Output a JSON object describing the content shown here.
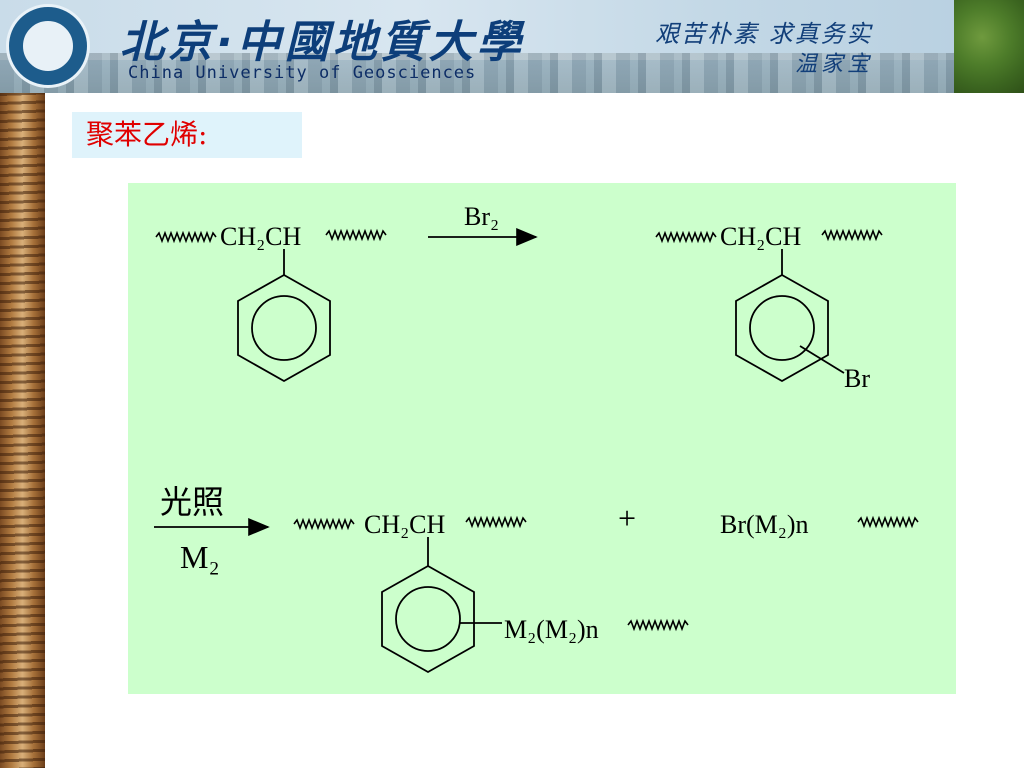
{
  "banner": {
    "title_cn": "北京·中國地質大學",
    "title_en": "China University of Geosciences",
    "motto_line1": "艰苦朴素 求真务实",
    "motto_line2": "温家宝"
  },
  "slide": {
    "heading": "聚苯乙烯:"
  },
  "scheme": {
    "reaction1": {
      "reactant_chain": "CH₂CH",
      "reagent": "Br₂",
      "product_chain": "CH₂CH",
      "substituent": "Br"
    },
    "reaction2": {
      "condition_top": "光照",
      "condition_bottom": "M₂",
      "product1_chain": "CH₂CH",
      "product1_substituent": "M₂(M₂)n",
      "plus": "+",
      "product2": "Br(M₂)n"
    }
  }
}
